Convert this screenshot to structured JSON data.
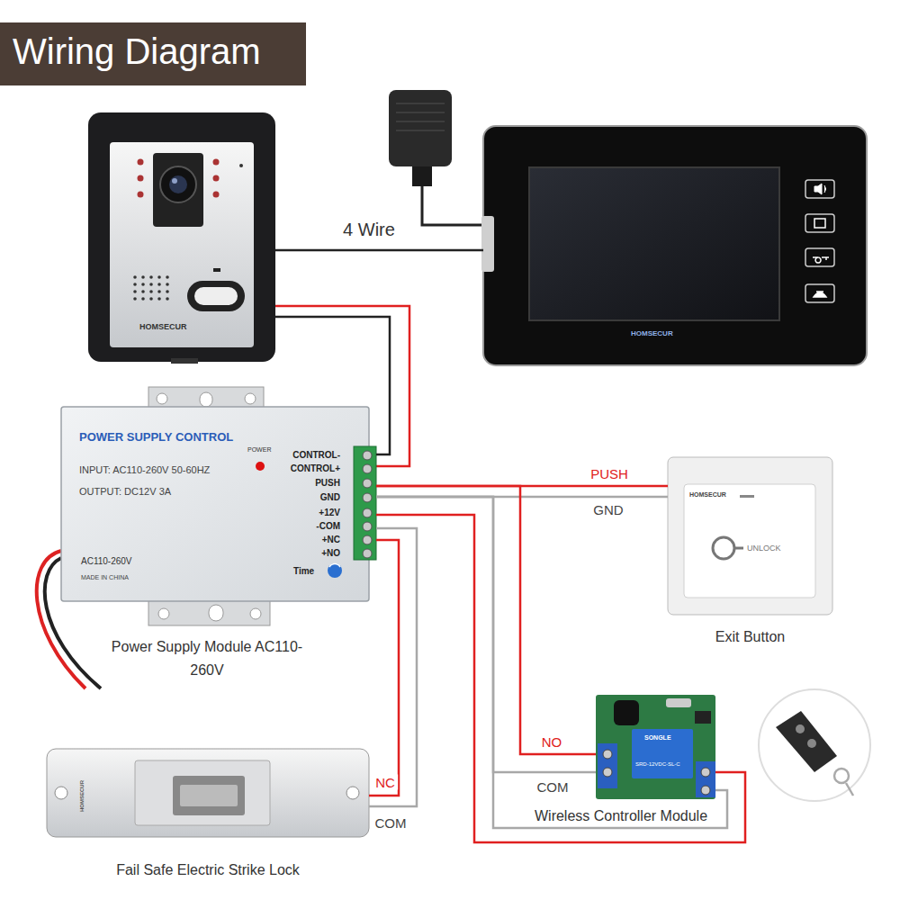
{
  "diagram": {
    "title": "Wiring Diagram",
    "nodes": [
      {
        "text": [
          "HOMSECUR"
        ]
      },
      {
        "text": [
          "HOMSECUR"
        ]
      },
      {
        "text": [
          "POWER SUPPLY CONTROL",
          "POWER",
          "INPUT: AC110-260V 50-60HZ",
          "OUTPUT: DC12V 3A",
          "CONTROL-",
          "CONTROL+",
          "PUSH",
          "GND",
          "+12V",
          "-COM",
          "+NC",
          "+NO",
          "AC110-260V",
          "MADE IN CHINA",
          "Time",
          "Power Supply Module AC110-260V"
        ]
      },
      {
        "text": [
          "HOMSECUR",
          "UNLOCK",
          "Exit Button"
        ]
      },
      {
        "text": [
          "SONGLE",
          "SRD-12VDC-SL-C",
          "Wireless Controller Module"
        ]
      },
      {
        "text": [
          "HOMSECUR",
          "Fail Safe Electric Strike Lock"
        ]
      }
    ],
    "edges": [
      {
        "from": 0,
        "to": 1,
        "label": "4 Wire",
        "arrow": "none"
      },
      {
        "from": 0,
        "to": 2,
        "arrow": "none"
      },
      {
        "from": 2,
        "to": 3,
        "label": "PUSH",
        "arrow": "none"
      },
      {
        "from": 2,
        "to": 3,
        "label": "GND",
        "arrow": "none"
      },
      {
        "from": 2,
        "to": 4,
        "label": "NO",
        "arrow": "none"
      },
      {
        "from": 2,
        "to": 4,
        "label": "COM",
        "arrow": "none"
      },
      {
        "from": 2,
        "to": 4,
        "arrow": "none"
      },
      {
        "from": 2,
        "to": 4,
        "arrow": "none"
      },
      {
        "from": 2,
        "to": 5,
        "label": "NC",
        "arrow": "none"
      },
      {
        "from": 2,
        "to": 5,
        "label": "COM",
        "arrow": "none"
      }
    ]
  }
}
